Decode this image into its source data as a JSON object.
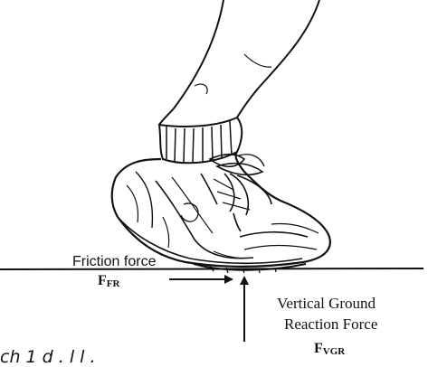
{
  "diagram": {
    "friction_label": "Friction force",
    "friction_symbol_base": "F",
    "friction_symbol_sub": "FR",
    "vertical_label_line1": "Vertical Ground",
    "vertical_label_line2": "Reaction Force",
    "vertical_symbol_base": "F",
    "vertical_symbol_sub": "VGR",
    "cutoff_text": "ch    1 d  . l l           ."
  },
  "colors": {
    "ink": "#111111",
    "background": "#ffffff"
  },
  "icons": {
    "foot": "running-shoe-illustration",
    "friction_arrow": "arrow-right",
    "reaction_arrow": "arrow-up"
  }
}
